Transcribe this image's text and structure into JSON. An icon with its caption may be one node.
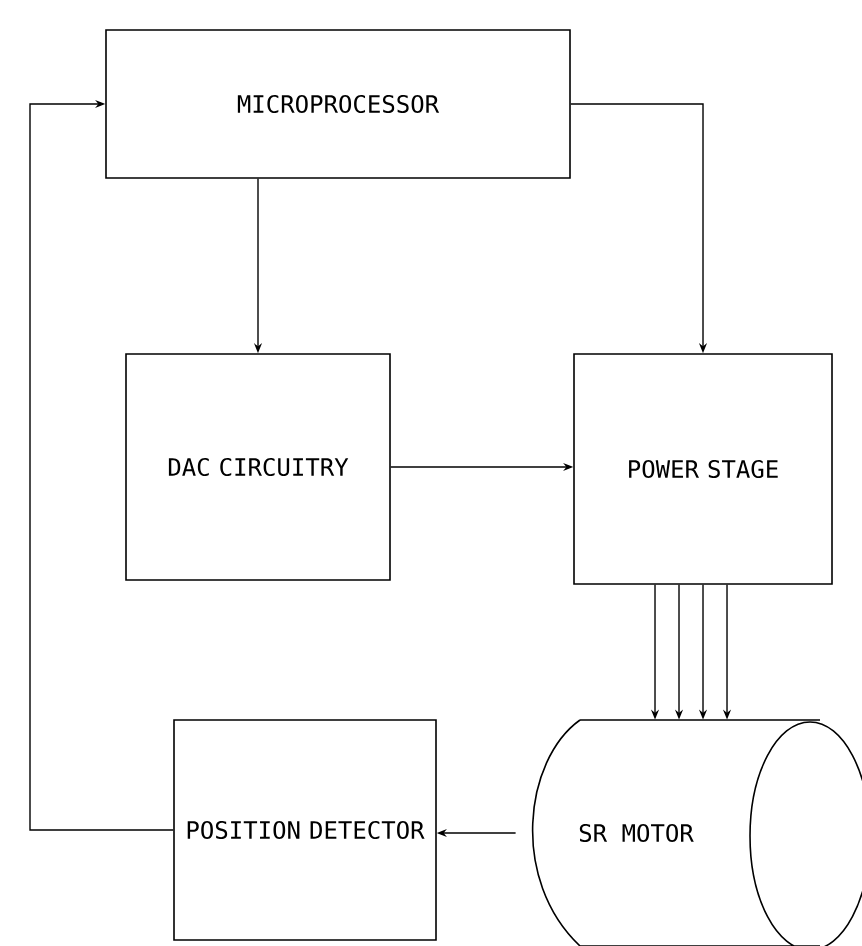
{
  "diagram": {
    "nodes": [
      {
        "text": [
          "MICROPROCESSOR"
        ]
      },
      {
        "text": [
          "DAC CIRCUITRY"
        ]
      },
      {
        "text": [
          "POWER STAGE"
        ]
      },
      {
        "text": [
          "POSITION DETECTOR"
        ]
      },
      {
        "text": [
          "SR MOTOR"
        ]
      }
    ],
    "edges": [
      {
        "from": 0,
        "to": 1,
        "arrow": "to"
      },
      {
        "from": 0,
        "to": 2,
        "arrow": "to"
      },
      {
        "from": 1,
        "to": 2,
        "arrow": "to"
      },
      {
        "from": 2,
        "to": 4,
        "arrow": "to"
      },
      {
        "from": 2,
        "to": 4,
        "arrow": "to"
      },
      {
        "from": 2,
        "to": 4,
        "arrow": "to"
      },
      {
        "from": 2,
        "to": 4,
        "arrow": "to"
      },
      {
        "from": 4,
        "to": 3,
        "arrow": "to"
      },
      {
        "from": 3,
        "to": 0,
        "arrow": "to"
      }
    ]
  }
}
